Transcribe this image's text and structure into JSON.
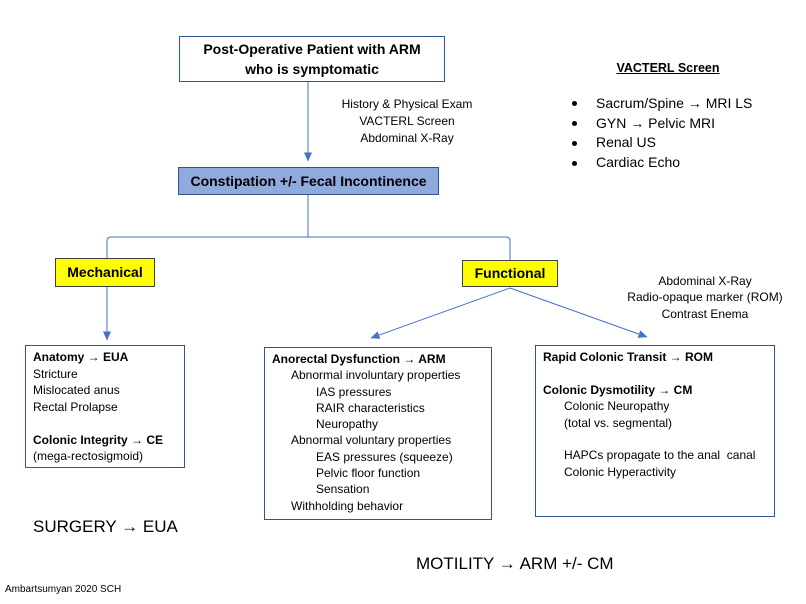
{
  "title_box": {
    "line1": "Post-Operative Patient with ARM",
    "line2": "who is symptomatic"
  },
  "initial_workup": [
    "History & Physical Exam",
    "VACTERL Screen",
    "Abdominal X-Ray"
  ],
  "presentation": "Constipation +/- Fecal Incontinence",
  "vacterl_screen": {
    "title": "VACTERL Screen",
    "items": [
      "Sacrum/Spine → MRI LS",
      "GYN → Pelvic MRI",
      "Renal US",
      "Cardiac Echo"
    ]
  },
  "mechanical": {
    "label": "Mechanical",
    "anatomy": {
      "heading": "Anatomy → EUA",
      "items": [
        "Stricture",
        "Mislocated anus",
        "Rectal Prolapse"
      ]
    },
    "colonic_integrity": {
      "heading": "Colonic Integrity → CE",
      "note": "(mega-rectosigmoid)"
    },
    "summary": "SURGERY → EUA"
  },
  "functional": {
    "label": "Functional",
    "workup": [
      "Abdominal X-Ray",
      "Radio-opaque marker (ROM)",
      "Contrast Enema"
    ],
    "anorectal_dysfunction": {
      "heading": "Anorectal Dysfunction → ARM",
      "involuntary": {
        "label": "Abnormal involuntary properties",
        "items": [
          "IAS pressures",
          "RAIR characteristics",
          "Neuropathy"
        ]
      },
      "voluntary": {
        "label": "Abnormal voluntary properties",
        "items": [
          "EAS pressures (squeeze)",
          "Pelvic floor function",
          "Sensation"
        ]
      },
      "behavior": "Withholding behavior"
    },
    "colonic": {
      "rapid_transit_heading": "Rapid Colonic Transit → ROM",
      "dysmotility_heading": "Colonic Dysmotility → CM",
      "dysmotility_items": [
        "Colonic Neuropathy",
        "(total vs. segmental)",
        "HAPCs propagate to the anal  canal",
        "Colonic Hyperactivity"
      ]
    },
    "summary": "MOTILITY → ARM +/- CM"
  },
  "credit": "Ambartsumyan 2020 SCH",
  "colors": {
    "connector": "#4472C4",
    "box_border": "#2F5597",
    "presentation_fill": "#8FAADC",
    "presentation_border": "#2F528F",
    "category_fill": "#FFFF00",
    "category_border": "#404040",
    "spellcheck_underline": "#E00000"
  }
}
